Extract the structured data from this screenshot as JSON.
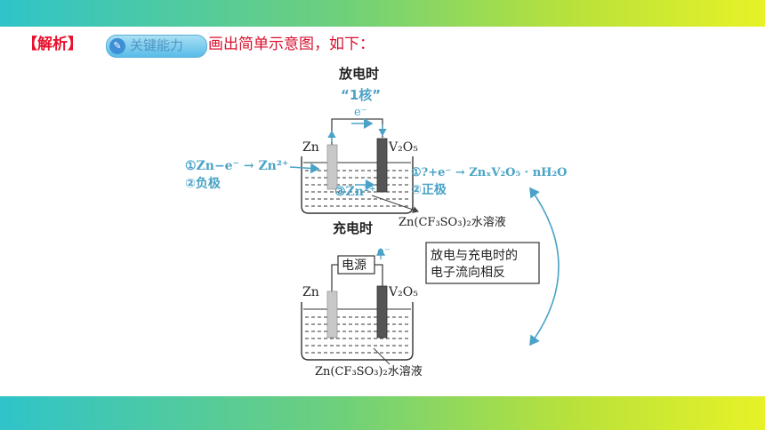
{
  "header": {
    "jiexi_label": "【解析】",
    "badge_label": "关键能力",
    "intro_text": "画出简单示意图，如下："
  },
  "discharge": {
    "title": "放电时",
    "core_label": "“1核”",
    "electron": "e⁻",
    "zn_label": "Zn",
    "v2o5_label": "V₂O₅",
    "anode_reaction": "①Zn−e⁻ → Zn²⁺",
    "anode_role": "②负极",
    "zn_ion": "③Zn²⁺",
    "cathode_reaction": "①?+e⁻ → ZnₓV₂O₅ · nH₂O",
    "cathode_role": "②正极",
    "electrolyte": "Zn(CF₃SO₃)₂水溶液"
  },
  "charge": {
    "title": "充电时",
    "power_label": "电源",
    "electron": "e⁻",
    "zn_label": "Zn",
    "v2o5_label": "V₂O₅",
    "electrolyte": "Zn(CF₃SO₃)₂水溶液"
  },
  "note": {
    "line1": "放电与充电时的",
    "line2": "电子流向相反"
  },
  "colors": {
    "accent_blue": "#4aa3c7",
    "red": "#d9102e",
    "zn_rod": "#c8c8c8",
    "v_rod": "#555555"
  }
}
